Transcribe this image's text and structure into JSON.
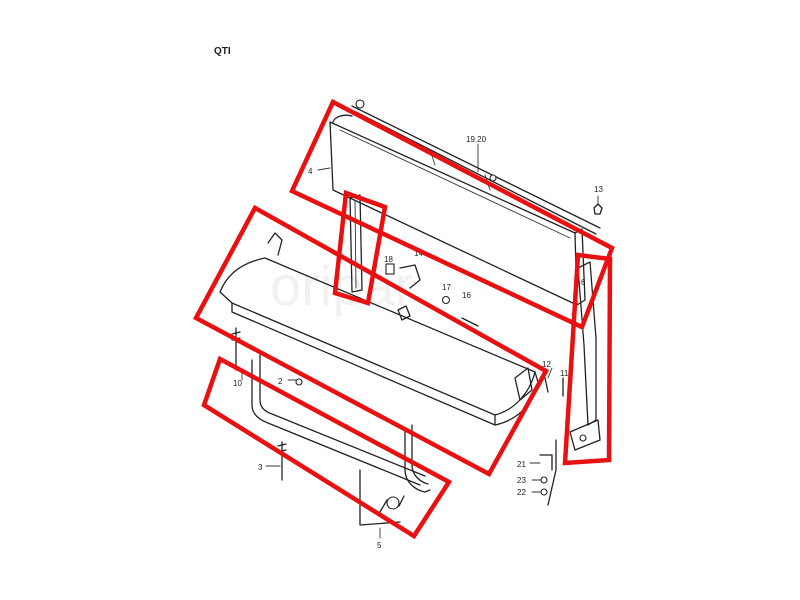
{
  "corner_mark": "QTI",
  "watermark": "oripar",
  "labels": {
    "p19_20": "19.20",
    "p4": "4",
    "p13": "13",
    "p6": "6",
    "p18": "18",
    "p14": "14",
    "p17": "17",
    "p16": "16",
    "p12": "12",
    "p11": "11",
    "p10": "10",
    "p2": "2",
    "p3": "3",
    "p5": "5",
    "p21": "21",
    "p23": "23",
    "p22": "22"
  },
  "highlight_color": "#e81010"
}
